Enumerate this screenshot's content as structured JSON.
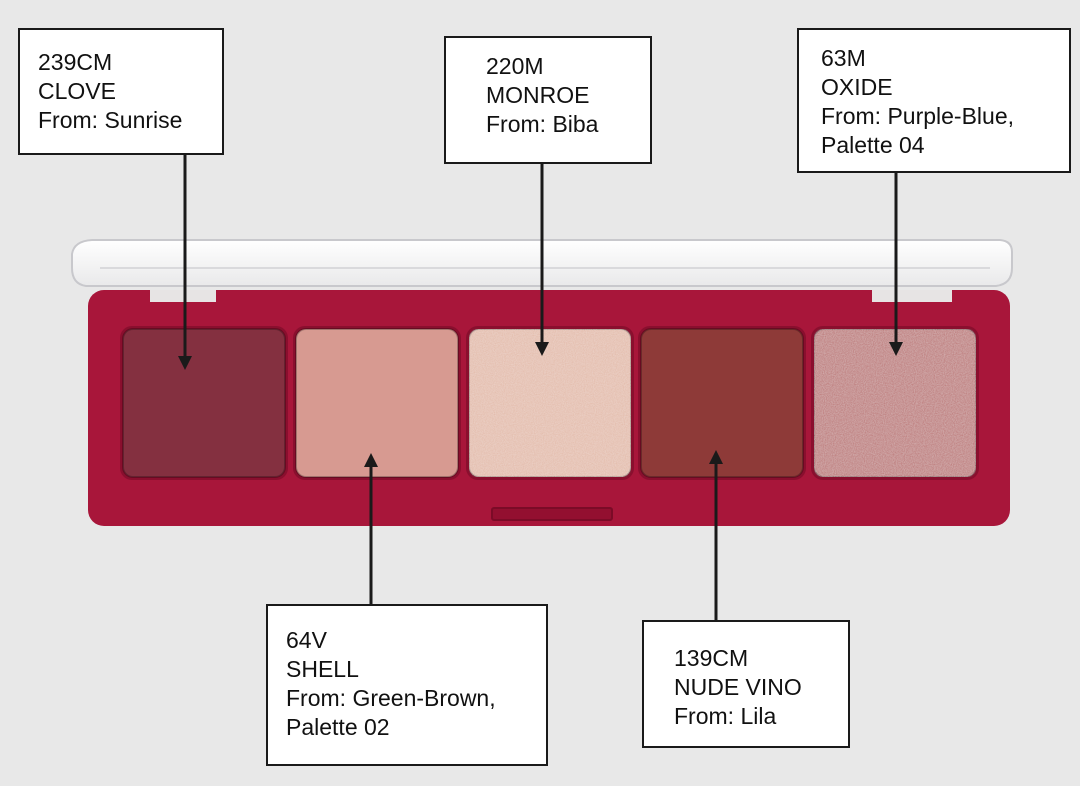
{
  "colors": {
    "background": "#e8e8e8",
    "palette_case": "#a8163a",
    "palette_case_shade": "#8a0f2e",
    "lid": "#f4f4f4",
    "pointer": "#1a1a1a"
  },
  "shades": [
    {
      "code": "239CM",
      "name": "CLOVE",
      "from": "From: Sunrise",
      "from_2": "",
      "color": "#843040"
    },
    {
      "code": "64V",
      "name": "SHELL",
      "from": "From: Green-Brown,",
      "from_2": "Palette 02",
      "color": "#d79a91"
    },
    {
      "code": "220M",
      "name": "MONROE",
      "from": "From: Biba",
      "from_2": "",
      "color": "#e2b8a6"
    },
    {
      "code": "139CM",
      "name": "NUDE VINO",
      "from": "From: Lila",
      "from_2": "",
      "color": "#8e3a38"
    },
    {
      "code": "63M",
      "name": "OXIDE",
      "from": "From: Purple-Blue,",
      "from_2": "Palette 04",
      "color": "#ba7070"
    }
  ]
}
